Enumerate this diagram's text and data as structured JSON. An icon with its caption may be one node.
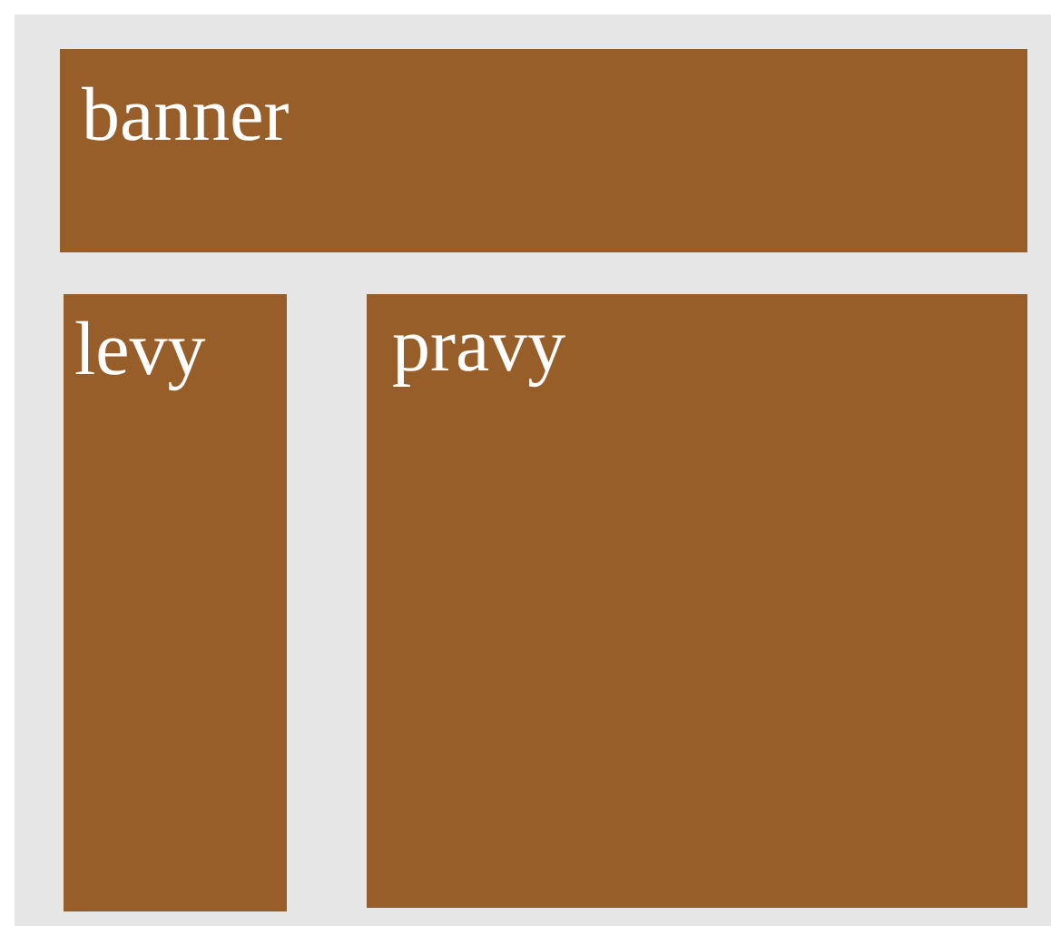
{
  "diagram": {
    "nodes": [
      {
        "text": [
          "banner"
        ]
      },
      {
        "text": [
          "levy"
        ]
      },
      {
        "text": [
          "pravy"
        ]
      }
    ]
  }
}
